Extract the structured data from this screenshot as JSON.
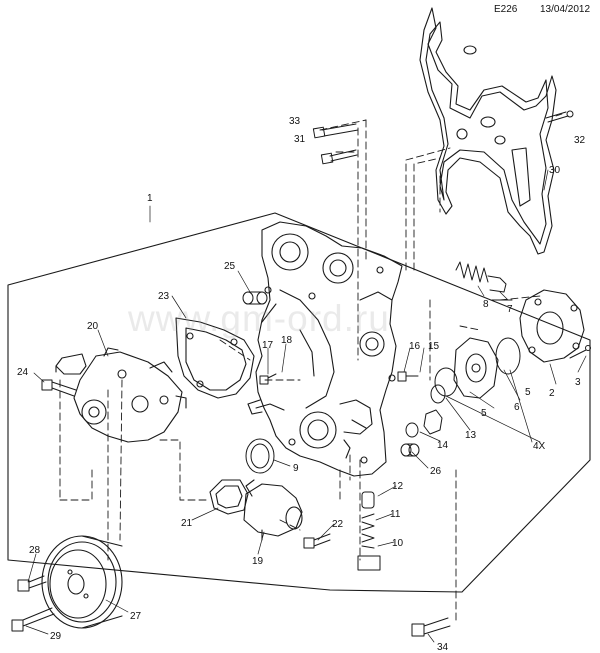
{
  "header": {
    "code": "E226",
    "date": "13/04/2012"
  },
  "watermark": "www.gm-ord.ru",
  "callouts": {
    "c1": "1",
    "c2": "2",
    "c3": "3",
    "c4x": "4X",
    "c5a": "5",
    "c5b": "5",
    "c6": "6",
    "c7": "7",
    "c8": "8",
    "c9": "9",
    "c10": "10",
    "c11": "11",
    "c12": "12",
    "c13": "13",
    "c14": "14",
    "c15": "15",
    "c16": "16",
    "c17": "17",
    "c18": "18",
    "c19": "19",
    "c20": "20",
    "c21": "21",
    "c22": "22",
    "c23": "23",
    "c24": "24",
    "c25": "25",
    "c26": "26",
    "c27": "27",
    "c28": "28",
    "c29": "29",
    "c30": "30",
    "c31": "31",
    "c32": "32",
    "c33": "33",
    "c34": "34"
  },
  "colors": {
    "line": "#1a1a1a",
    "watermark": "#a0a0a0",
    "background": "#ffffff"
  }
}
